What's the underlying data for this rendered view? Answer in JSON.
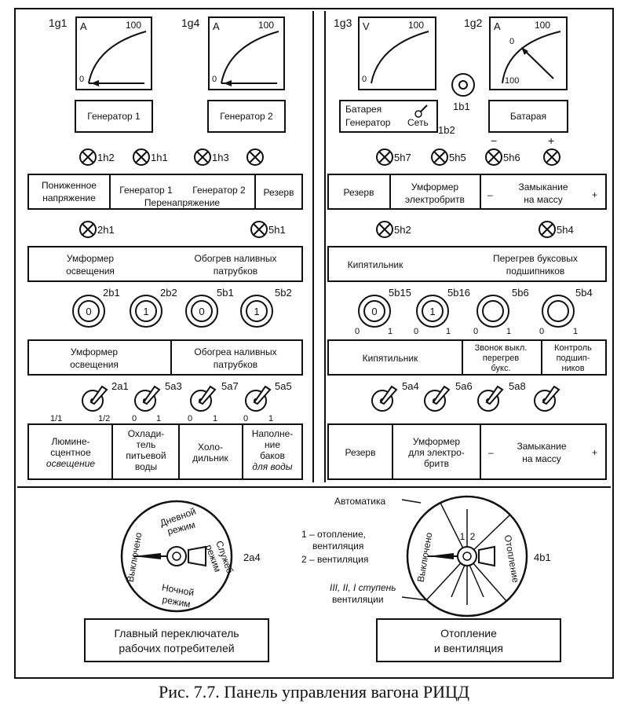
{
  "caption": "Рис. 7.7. Панель управления вагона РИЦД",
  "meters": [
    {
      "id": "1g1",
      "unit": "A",
      "max": "100",
      "zero": "0"
    },
    {
      "id": "1g4",
      "unit": "A",
      "max": "100",
      "zero": "0"
    },
    {
      "id": "1g3",
      "unit": "V",
      "max": "100",
      "zero": "0"
    },
    {
      "id": "1g2",
      "unit": "A",
      "max": "100",
      "zero": "0"
    }
  ],
  "meter_labels": [
    "Генератор 1",
    "Генератор 2",
    "Батарая"
  ],
  "batt_switch": {
    "l1": "Батарея",
    "l2": "Генератор",
    "l3": "Сеть",
    "id": "1b2"
  },
  "knob_1b1": "1b1",
  "lamps_row1": [
    "1h2",
    "1h1",
    "1h3",
    "5h7",
    "5h5",
    "5h6"
  ],
  "polarity": {
    "minus": "−",
    "plus": "+"
  },
  "band1_left": {
    "c1a": "Пониженное",
    "c1b": "напряжение",
    "c2a": "Генератор 1",
    "c2b": "Генератор 2",
    "c2c": "Перенапряжение",
    "c3": "Резерв"
  },
  "band1_right": {
    "c1": "Резерв",
    "c2a": "Умформер",
    "c2b": "электробритв",
    "minus": "–",
    "c3a": "Замыкание",
    "c3b": "на массу",
    "plus": "+"
  },
  "lamps_row2": [
    "2h1",
    "5h1",
    "5h2",
    "5h4"
  ],
  "band2_left": {
    "a": "Умформер",
    "b": "освещения",
    "c": "Обогрев наливных",
    "d": "патрубков"
  },
  "band2_right": {
    "a": "Кипятильник",
    "b": "Перегрев буксовых",
    "c": "подшипников"
  },
  "buttons": [
    {
      "id": "2b1",
      "v": "0"
    },
    {
      "id": "2b2",
      "v": "1"
    },
    {
      "id": "5b1",
      "v": "0"
    },
    {
      "id": "5b2",
      "v": "1"
    },
    {
      "id": "5b15",
      "v": "0"
    },
    {
      "id": "5b16",
      "v": "1"
    },
    {
      "id": "5b6",
      "v": ""
    },
    {
      "id": "5b4",
      "v": ""
    }
  ],
  "btn_scale": {
    "zero": "0",
    "one": "1"
  },
  "band3_left": {
    "a": "Умформер",
    "b": "освещения",
    "c": "Обогреа наливных",
    "d": "патрубков"
  },
  "band3_right": {
    "a": "Кипятильник",
    "b1": "Звонок выкл.",
    "b2": "перегрев",
    "b3": "букс.",
    "c1": "Контроль",
    "c2": "подшип-",
    "c3": "ников"
  },
  "toggles": [
    "2a1",
    "5a3",
    "5a7",
    "5a5",
    "5a4",
    "5a6",
    "5a8"
  ],
  "toggle_scale": {
    "a": "1/1",
    "b": "1/2",
    "zero": "0",
    "one": "1"
  },
  "band4_left": {
    "a1": "Люмине-",
    "a2": "сцентное",
    "a3": "освещение",
    "b1": "Охлади-",
    "b2": "тель",
    "b3": "питьевой",
    "b4": "воды",
    "c1": "Холо-",
    "c2": "дильник",
    "d1": "Наполне-",
    "d2": "ние",
    "d3": "баков",
    "d4": "для воды"
  },
  "band4_right": {
    "a": "Резерв",
    "b1": "Умформер",
    "b2": "для электро-",
    "b3": "бритв",
    "minus": "–",
    "c1": "Замыкание",
    "c2": "на массу",
    "plus": "+"
  },
  "dial_left": {
    "id": "2a4",
    "top1": "Дневной",
    "top2": "режим",
    "right1": "Служеб.",
    "right2": "режим",
    "bottom1": "Ночной",
    "bottom2": "режим",
    "left": "Выключено"
  },
  "dial_right": {
    "id": "4b1",
    "auto": "Автоматика",
    "one": "1",
    "two": "2",
    "left": "Выключено",
    "right": "Отопление"
  },
  "legend": {
    "l1a": "1 – отопление,",
    "l1b": "вентиляция",
    "l2": "2 – вентиляция",
    "l3a": "III, II, I ступень",
    "l3b": "вентиляции"
  },
  "bottom_boxes": {
    "left1": "Главный переключатель",
    "left2": "рабочих потребителей",
    "right1": "Отопление",
    "right2": "и вентиляция"
  }
}
